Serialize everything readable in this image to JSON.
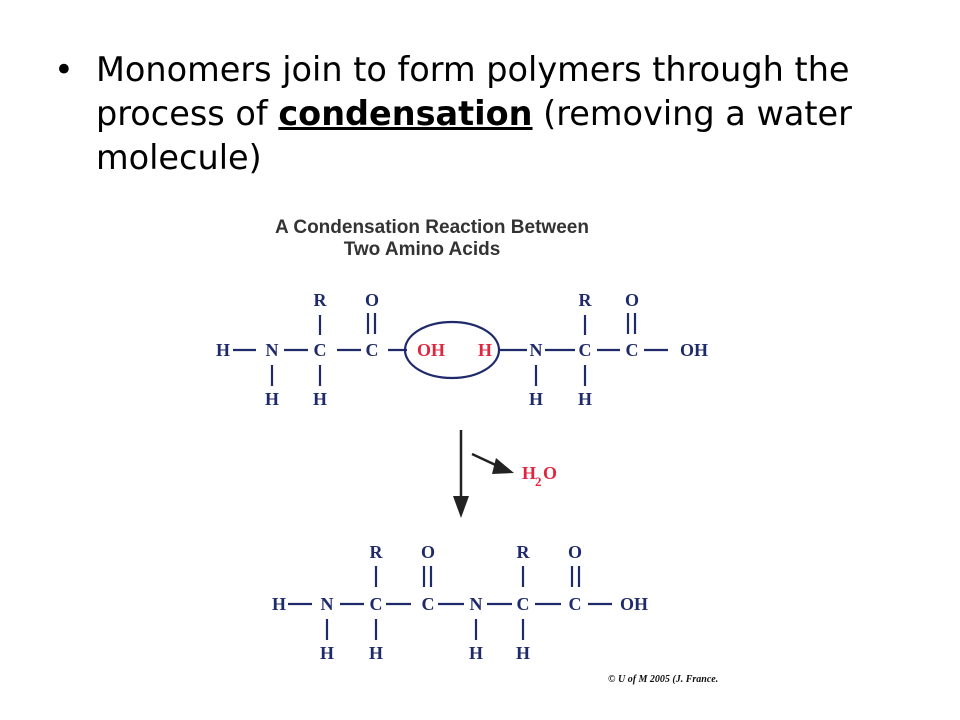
{
  "slide": {
    "bullet": "•",
    "text_before": "Monomers join to form polymers through the process of ",
    "keyword": "condensation",
    "text_after": " (removing a water molecule)"
  },
  "figure": {
    "title_line1": "A Condensation Reaction Between",
    "title_line2": "Two Amino Acids",
    "atoms": {
      "H": "H",
      "N": "N",
      "C": "C",
      "R": "R",
      "O": "O",
      "OH": "OH",
      "H2O_H": "H",
      "H2O_sub": "2",
      "H2O_O": "O"
    },
    "copyright": "© U of M 2005 (J. France."
  }
}
